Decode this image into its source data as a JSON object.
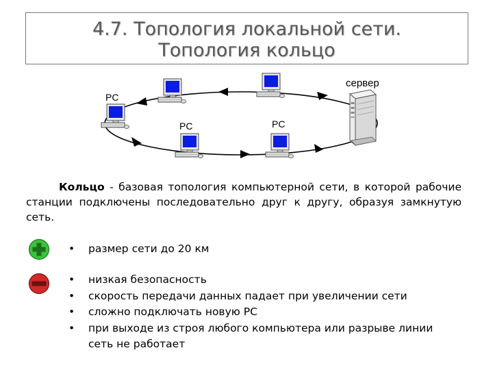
{
  "title": {
    "line1": "4.7. Топология локальной сети.",
    "line2": "Топология кольцо"
  },
  "diagram": {
    "labels": {
      "server": "сервер",
      "pc_left": "PC",
      "pc_inner": "PC",
      "pc_right": "PC"
    }
  },
  "description": {
    "term": "Кольцо",
    "text": " - базовая топология компьютерной сети, в которой рабочие станции подключены последовательно друг к другу, образуя замкнутую сеть."
  },
  "advantages": {
    "icon": "plus-icon",
    "items": [
      "размер сети до 20 км"
    ]
  },
  "disadvantages": {
    "icon": "minus-icon",
    "items": [
      "низкая безопасность",
      "скорость передачи данных падает при увеличении сети",
      "сложно подключать новую PC",
      "при выходе из строя любого компьютера или разрыве линии сеть не работает"
    ]
  },
  "colors": {
    "plus": "#3cc23c",
    "minus": "#d02a2a",
    "monitor_screen": "#0a1de0"
  },
  "bullet": "•"
}
